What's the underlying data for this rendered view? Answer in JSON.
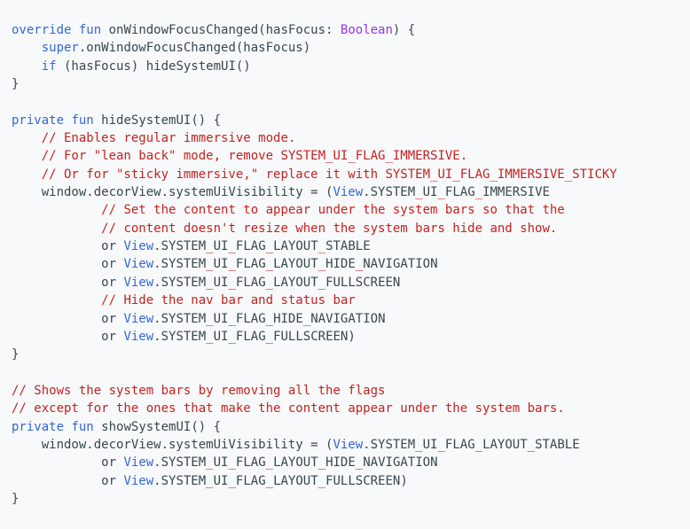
{
  "colors": {
    "background": "#f8f9fa",
    "plain": "#37474f",
    "keyword": "#3367d6",
    "type": "#9334e6",
    "comment": "#c5221f",
    "underscore": "#c5221f"
  },
  "lines": [
    [
      {
        "t": "kw",
        "v": "override"
      },
      {
        "t": "pl",
        "v": " "
      },
      {
        "t": "kw",
        "v": "fun"
      },
      {
        "t": "pl",
        "v": " onWindowFocusChanged(hasFocus: "
      },
      {
        "t": "ty",
        "v": "Boolean"
      },
      {
        "t": "pl",
        "v": ") {"
      }
    ],
    [
      {
        "t": "pl",
        "v": "    "
      },
      {
        "t": "kw",
        "v": "super"
      },
      {
        "t": "pl",
        "v": ".onWindowFocusChanged(hasFocus)"
      }
    ],
    [
      {
        "t": "pl",
        "v": "    "
      },
      {
        "t": "kw",
        "v": "if"
      },
      {
        "t": "pl",
        "v": " (hasFocus) hideSystemUI()"
      }
    ],
    [
      {
        "t": "pl",
        "v": "}"
      }
    ],
    [],
    [
      {
        "t": "kw",
        "v": "private"
      },
      {
        "t": "pl",
        "v": " "
      },
      {
        "t": "kw",
        "v": "fun"
      },
      {
        "t": "pl",
        "v": " hideSystemUI() {"
      }
    ],
    [
      {
        "t": "pl",
        "v": "    "
      },
      {
        "t": "cm",
        "v": "// Enables regular immersive mode."
      }
    ],
    [
      {
        "t": "pl",
        "v": "    "
      },
      {
        "t": "cm",
        "v": "// For \"lean back\" mode, remove SYSTEM_UI_FLAG_IMMERSIVE."
      }
    ],
    [
      {
        "t": "pl",
        "v": "    "
      },
      {
        "t": "cm",
        "v": "// Or for \"sticky immersive,\" replace it with SYSTEM_UI_FLAG_IMMERSIVE_STICKY"
      }
    ],
    [
      {
        "t": "pl",
        "v": "    window.decorView.systemUiVisibility = ("
      },
      {
        "t": "cls",
        "v": "View"
      },
      {
        "t": "pl",
        "v": ".SYSTEM"
      },
      {
        "t": "ul",
        "v": "_"
      },
      {
        "t": "pl",
        "v": "UI"
      },
      {
        "t": "ul",
        "v": "_"
      },
      {
        "t": "pl",
        "v": "FLAG"
      },
      {
        "t": "ul",
        "v": "_"
      },
      {
        "t": "pl",
        "v": "IMMERSIVE"
      }
    ],
    [
      {
        "t": "pl",
        "v": "            "
      },
      {
        "t": "cm",
        "v": "// Set the content to appear under the system bars so that the"
      }
    ],
    [
      {
        "t": "pl",
        "v": "            "
      },
      {
        "t": "cm",
        "v": "// content doesn't resize when the system bars hide and show."
      }
    ],
    [
      {
        "t": "pl",
        "v": "            or "
      },
      {
        "t": "cls",
        "v": "View"
      },
      {
        "t": "pl",
        "v": ".SYSTEM"
      },
      {
        "t": "ul",
        "v": "_"
      },
      {
        "t": "pl",
        "v": "UI"
      },
      {
        "t": "ul",
        "v": "_"
      },
      {
        "t": "pl",
        "v": "FLAG"
      },
      {
        "t": "ul",
        "v": "_"
      },
      {
        "t": "pl",
        "v": "LAYOUT"
      },
      {
        "t": "ul",
        "v": "_"
      },
      {
        "t": "pl",
        "v": "STABLE"
      }
    ],
    [
      {
        "t": "pl",
        "v": "            or "
      },
      {
        "t": "cls",
        "v": "View"
      },
      {
        "t": "pl",
        "v": ".SYSTEM"
      },
      {
        "t": "ul",
        "v": "_"
      },
      {
        "t": "pl",
        "v": "UI"
      },
      {
        "t": "ul",
        "v": "_"
      },
      {
        "t": "pl",
        "v": "FLAG"
      },
      {
        "t": "ul",
        "v": "_"
      },
      {
        "t": "pl",
        "v": "LAYOUT"
      },
      {
        "t": "ul",
        "v": "_"
      },
      {
        "t": "pl",
        "v": "HIDE"
      },
      {
        "t": "ul",
        "v": "_"
      },
      {
        "t": "pl",
        "v": "NAVIGATION"
      }
    ],
    [
      {
        "t": "pl",
        "v": "            or "
      },
      {
        "t": "cls",
        "v": "View"
      },
      {
        "t": "pl",
        "v": ".SYSTEM"
      },
      {
        "t": "ul",
        "v": "_"
      },
      {
        "t": "pl",
        "v": "UI"
      },
      {
        "t": "ul",
        "v": "_"
      },
      {
        "t": "pl",
        "v": "FLAG"
      },
      {
        "t": "ul",
        "v": "_"
      },
      {
        "t": "pl",
        "v": "LAYOUT"
      },
      {
        "t": "ul",
        "v": "_"
      },
      {
        "t": "pl",
        "v": "FULLSCREEN"
      }
    ],
    [
      {
        "t": "pl",
        "v": "            "
      },
      {
        "t": "cm",
        "v": "// Hide the nav bar and status bar"
      }
    ],
    [
      {
        "t": "pl",
        "v": "            or "
      },
      {
        "t": "cls",
        "v": "View"
      },
      {
        "t": "pl",
        "v": ".SYSTEM"
      },
      {
        "t": "ul",
        "v": "_"
      },
      {
        "t": "pl",
        "v": "UI"
      },
      {
        "t": "ul",
        "v": "_"
      },
      {
        "t": "pl",
        "v": "FLAG"
      },
      {
        "t": "ul",
        "v": "_"
      },
      {
        "t": "pl",
        "v": "HIDE"
      },
      {
        "t": "ul",
        "v": "_"
      },
      {
        "t": "pl",
        "v": "NAVIGATION"
      }
    ],
    [
      {
        "t": "pl",
        "v": "            or "
      },
      {
        "t": "cls",
        "v": "View"
      },
      {
        "t": "pl",
        "v": ".SYSTEM"
      },
      {
        "t": "ul",
        "v": "_"
      },
      {
        "t": "pl",
        "v": "UI"
      },
      {
        "t": "ul",
        "v": "_"
      },
      {
        "t": "pl",
        "v": "FLAG"
      },
      {
        "t": "ul",
        "v": "_"
      },
      {
        "t": "pl",
        "v": "FULLSCREEN)"
      }
    ],
    [
      {
        "t": "pl",
        "v": "}"
      }
    ],
    [],
    [
      {
        "t": "cm",
        "v": "// Shows the system bars by removing all the flags"
      }
    ],
    [
      {
        "t": "cm",
        "v": "// except for the ones that make the content appear under the system bars."
      }
    ],
    [
      {
        "t": "kw",
        "v": "private"
      },
      {
        "t": "pl",
        "v": " "
      },
      {
        "t": "kw",
        "v": "fun"
      },
      {
        "t": "pl",
        "v": " showSystemUI() {"
      }
    ],
    [
      {
        "t": "pl",
        "v": "    window.decorView.systemUiVisibility = ("
      },
      {
        "t": "cls",
        "v": "View"
      },
      {
        "t": "pl",
        "v": ".SYSTEM"
      },
      {
        "t": "ul",
        "v": "_"
      },
      {
        "t": "pl",
        "v": "UI"
      },
      {
        "t": "ul",
        "v": "_"
      },
      {
        "t": "pl",
        "v": "FLAG"
      },
      {
        "t": "ul",
        "v": "_"
      },
      {
        "t": "pl",
        "v": "LAYOUT"
      },
      {
        "t": "ul",
        "v": "_"
      },
      {
        "t": "pl",
        "v": "STABLE"
      }
    ],
    [
      {
        "t": "pl",
        "v": "            or "
      },
      {
        "t": "cls",
        "v": "View"
      },
      {
        "t": "pl",
        "v": ".SYSTEM"
      },
      {
        "t": "ul",
        "v": "_"
      },
      {
        "t": "pl",
        "v": "UI"
      },
      {
        "t": "ul",
        "v": "_"
      },
      {
        "t": "pl",
        "v": "FLAG"
      },
      {
        "t": "ul",
        "v": "_"
      },
      {
        "t": "pl",
        "v": "LAYOUT"
      },
      {
        "t": "ul",
        "v": "_"
      },
      {
        "t": "pl",
        "v": "HIDE"
      },
      {
        "t": "ul",
        "v": "_"
      },
      {
        "t": "pl",
        "v": "NAVIGATION"
      }
    ],
    [
      {
        "t": "pl",
        "v": "            or "
      },
      {
        "t": "cls",
        "v": "View"
      },
      {
        "t": "pl",
        "v": ".SYSTEM"
      },
      {
        "t": "ul",
        "v": "_"
      },
      {
        "t": "pl",
        "v": "UI"
      },
      {
        "t": "ul",
        "v": "_"
      },
      {
        "t": "pl",
        "v": "FLAG"
      },
      {
        "t": "ul",
        "v": "_"
      },
      {
        "t": "pl",
        "v": "LAYOUT"
      },
      {
        "t": "ul",
        "v": "_"
      },
      {
        "t": "pl",
        "v": "FULLSCREEN)"
      }
    ],
    [
      {
        "t": "pl",
        "v": "}"
      }
    ]
  ]
}
